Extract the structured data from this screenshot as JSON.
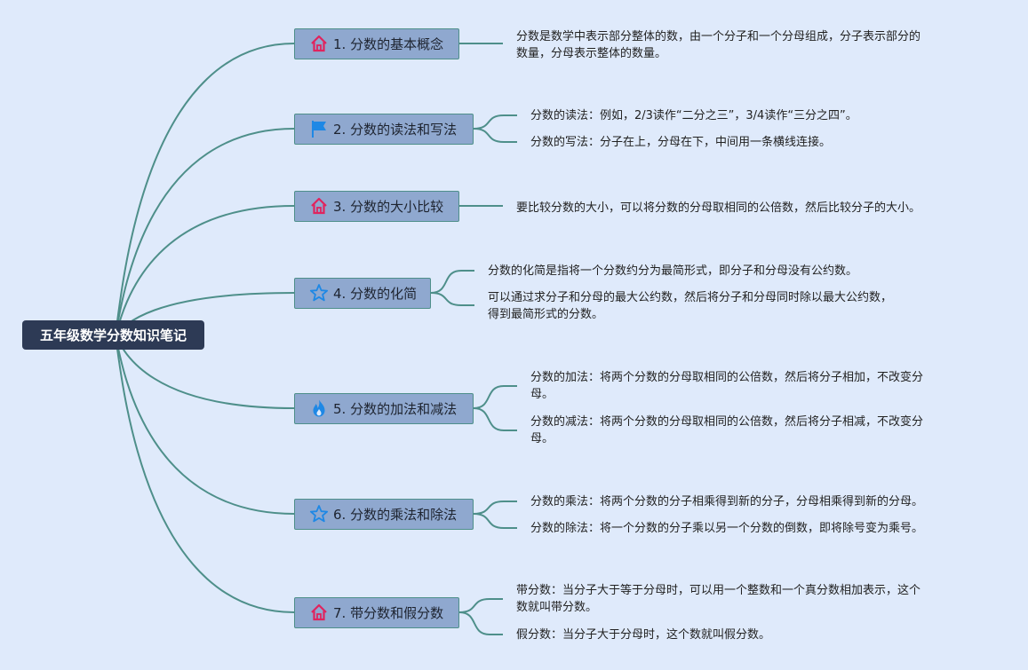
{
  "root": {
    "label": "五年级数学分数知识笔记"
  },
  "topics": [
    {
      "id": "t1",
      "icon": "home-icon",
      "label": "1. 分数的基本概念",
      "notes": [
        [
          "分数是数学中表示部分整体的数，由一个分子和一个分母组成，分子表示部分的",
          "数量，分母表示整体的数量。"
        ]
      ]
    },
    {
      "id": "t2",
      "icon": "flag-icon",
      "label": "2. 分数的读法和写法",
      "notes": [
        [
          "分数的读法：例如，2/3读作“二分之三”，3/4读作“三分之四”。"
        ],
        [
          "分数的写法：分子在上，分母在下，中间用一条横线连接。"
        ]
      ]
    },
    {
      "id": "t3",
      "icon": "home-icon",
      "label": "3. 分数的大小比较",
      "notes": [
        [
          "要比较分数的大小，可以将分数的分母取相同的公倍数，然后比较分子的大小。"
        ]
      ]
    },
    {
      "id": "t4",
      "icon": "star-icon",
      "label": "4. 分数的化简",
      "notes": [
        [
          "分数的化简是指将一个分数约分为最简形式，即分子和分母没有公约数。"
        ],
        [
          "可以通过求分子和分母的最大公约数，然后将分子和分母同时除以最大公约数，",
          "得到最简形式的分数。"
        ]
      ]
    },
    {
      "id": "t5",
      "icon": "fire-icon",
      "label": "5. 分数的加法和减法",
      "notes": [
        [
          "分数的加法：将两个分数的分母取相同的公倍数，然后将分子相加，不改变分",
          "母。"
        ],
        [
          "分数的减法：将两个分数的分母取相同的公倍数，然后将分子相减，不改变分",
          "母。"
        ]
      ]
    },
    {
      "id": "t6",
      "icon": "star-icon",
      "label": "6. 分数的乘法和除法",
      "notes": [
        [
          "分数的乘法：将两个分数的分子相乘得到新的分子，分母相乘得到新的分母。"
        ],
        [
          "分数的除法：将一个分数的分子乘以另一个分数的倒数，即将除号变为乘号。"
        ]
      ]
    },
    {
      "id": "t7",
      "icon": "home-icon",
      "label": "7. 带分数和假分数",
      "notes": [
        [
          "带分数：当分子大于等于分母时，可以用一个整数和一个真分数相加表示，这个",
          "数就叫带分数。"
        ],
        [
          "假分数：当分子大于分母时，这个数就叫假分数。"
        ]
      ]
    }
  ],
  "colors": {
    "background": "#dfeafb",
    "root": "#2d3a55",
    "topic": "#8fa8cf",
    "line": "#4e8f8a",
    "home": "#e0245e",
    "flag": "#1e88e5",
    "star": "#1e88e5",
    "fire": "#1e88e5"
  }
}
